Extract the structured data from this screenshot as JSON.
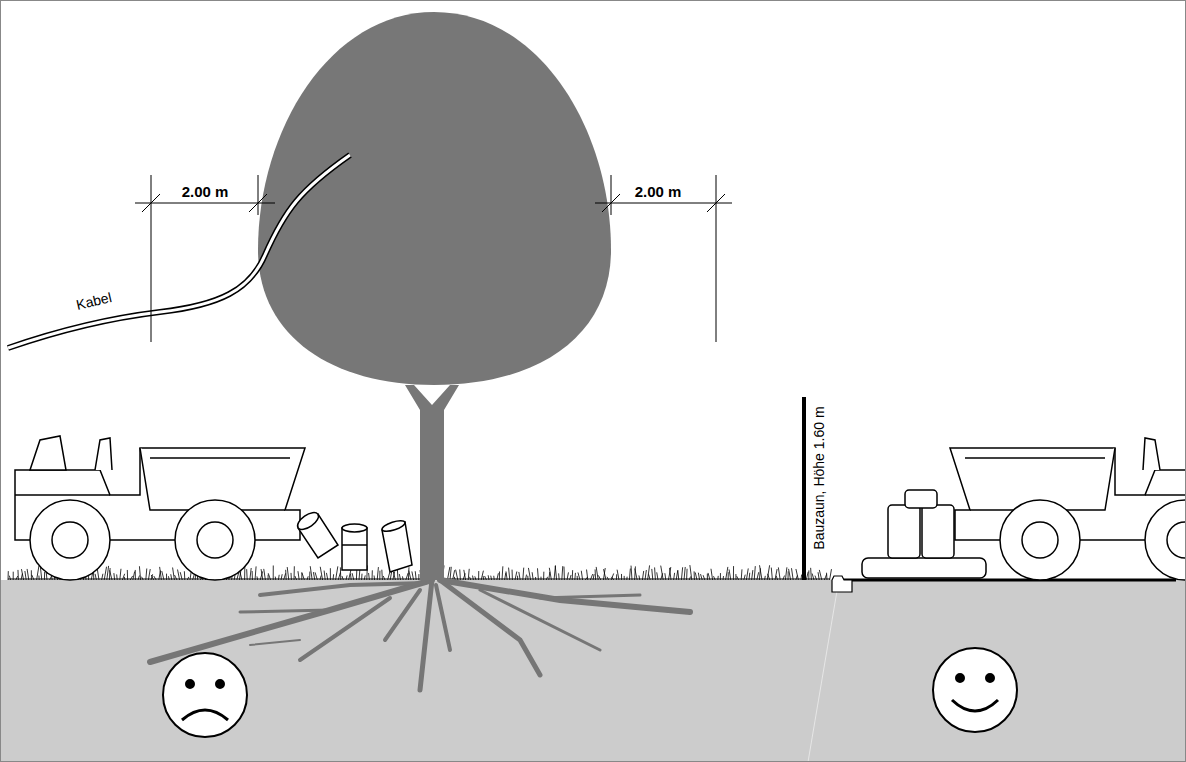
{
  "diagram": {
    "labels": [
      "2.00 m",
      "2.00 m",
      "Kabel",
      "Bauzaun, Höhe 1.60 m"
    ]
  }
}
